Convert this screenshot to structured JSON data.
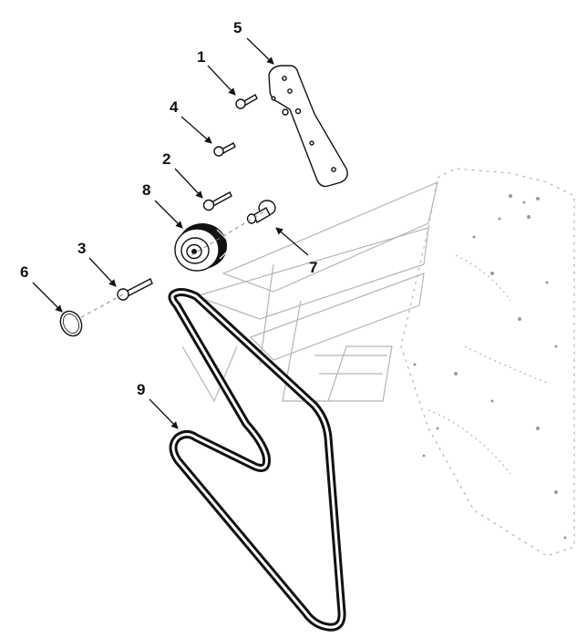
{
  "callouts": {
    "c1": "1",
    "c2": "2",
    "c3": "3",
    "c4": "4",
    "c5": "5",
    "c6": "6",
    "c7": "7",
    "c8": "8",
    "c9": "9"
  },
  "colors": {
    "ink": "#111111",
    "ghost": "#b5b5b5",
    "background": "#ffffff"
  }
}
